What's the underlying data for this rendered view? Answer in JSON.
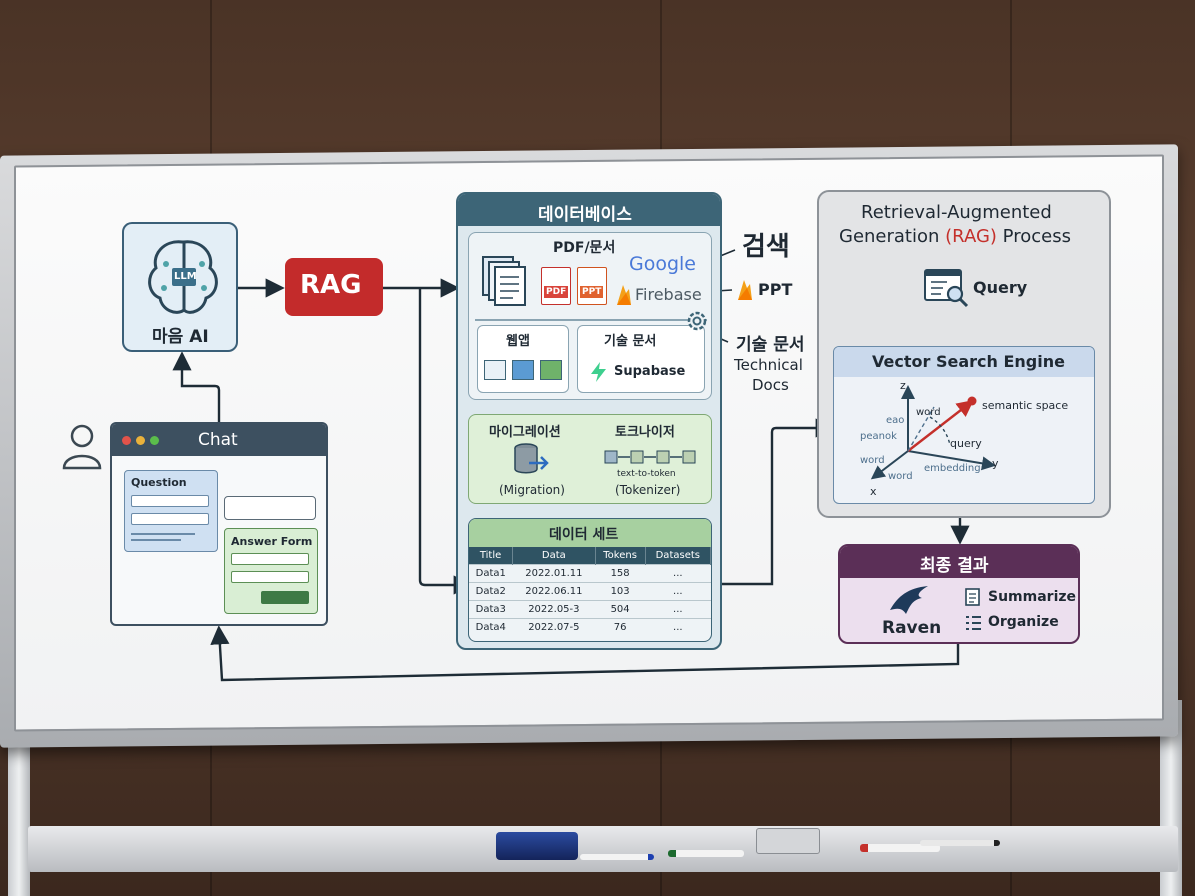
{
  "llm_box": {
    "chip": "LLM",
    "label": "마음 AI"
  },
  "rag_label": "RAG",
  "chat": {
    "title": "Chat",
    "question_label": "Question",
    "answer_label": "Answer Form"
  },
  "database": {
    "title": "데이터베이스",
    "docs_label": "PDF/문서",
    "pdf_badge": "PDF",
    "ppt_badge": "PPT",
    "google": "Google",
    "firebase": "Firebase",
    "webapp_label": "웹앱",
    "techdoc_label": "기술 문서",
    "supabase": "Supabase",
    "migration_label": "마이그레이션",
    "migration_sub": "(Migration)",
    "tokenizer_label": "토크나이저",
    "tokenizer_small": "text-to-token",
    "tokenizer_sub": "(Tokenizer)",
    "dataset_title": "데이터 세트",
    "table": {
      "headers": [
        "Title",
        "Data",
        "Tokens",
        "Datasets"
      ],
      "rows": [
        [
          "Data1",
          "2022.01.11",
          "158",
          "..."
        ],
        [
          "Data2",
          "2022.06.11",
          "103",
          "..."
        ],
        [
          "Data3",
          "2022.05-3",
          "504",
          "..."
        ],
        [
          "Data4",
          "2022.07-5",
          "76",
          "..."
        ]
      ]
    }
  },
  "side_labels": {
    "search": "검색",
    "ppt": "PPT",
    "techdoc": "기술 문서",
    "technical": "Technical",
    "docs": "Docs"
  },
  "rag_process": {
    "title_line1": "Retrieval-Augmented",
    "title_line2_pre": "Generation",
    "title_line2_rag": "(RAG)",
    "title_line2_post": "Process",
    "query": "Query",
    "engine_title": "Vector Search Engine",
    "axis_z": "z",
    "axis_y": "y",
    "axis_x": "x",
    "semantic": "semantic space",
    "word_top": "word",
    "eao": "eao",
    "peanok": "peanok",
    "word_left": "word",
    "query_lbl": "query",
    "embedding": "embedding",
    "word_bottom": "word"
  },
  "final": {
    "title": "최종 결과",
    "raven": "Raven",
    "summarize": "Summarize",
    "organize": "Organize"
  },
  "colors": {
    "rag_red": "#c32b2b",
    "db_header": "#3d6577",
    "final_header": "#5b2f57",
    "accent_red": "#c4302b",
    "green_box": "#dff0d8"
  }
}
